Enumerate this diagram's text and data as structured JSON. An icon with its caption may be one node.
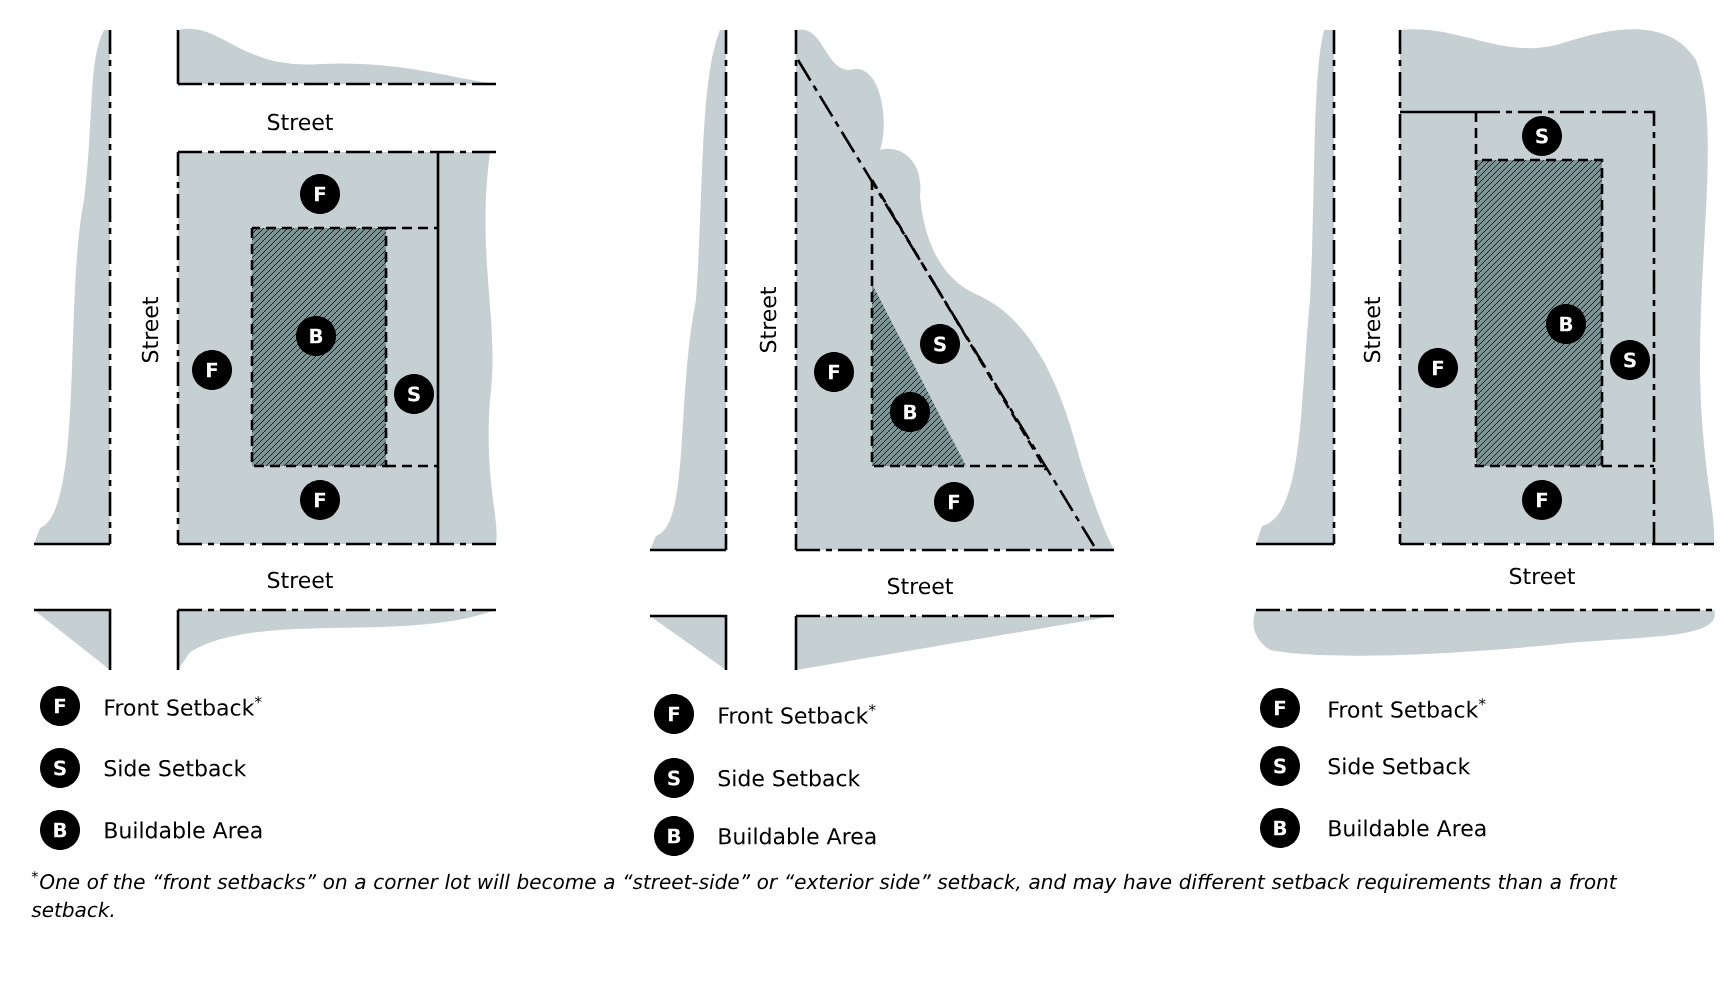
{
  "diagram": {
    "caption": "$^{*}$One of the “front setbacks” on a corner lot will become a “street-side” or “exterior side” setback, and may have different setback requirements than a front setback.",
    "nodes": [
      {
        "text": [
          "F"
        ]
      },
      {
        "text": [
          "B"
        ]
      },
      {
        "text": [
          "F"
        ]
      },
      {
        "text": [
          "S"
        ]
      },
      {
        "text": [
          "F"
        ]
      },
      {
        "text": [
          "F"
        ]
      },
      {
        "text": [
          "S"
        ]
      },
      {
        "text": [
          "B"
        ]
      },
      {
        "text": [
          "F"
        ]
      },
      {
        "text": [
          "S"
        ]
      },
      {
        "text": [
          "B"
        ]
      },
      {
        "text": [
          "S"
        ]
      },
      {
        "text": [
          "F"
        ]
      },
      {
        "text": [
          "F"
        ]
      }
    ],
    "labels": [
      "Street",
      "Street",
      "Street",
      "Street",
      "Street",
      "Street",
      "Street",
      "F",
      "S",
      "B",
      "F",
      "S",
      "B",
      "F",
      "S",
      "B"
    ],
    "legend": [
      {
        "text": "Front Setback$^{*}$"
      },
      {
        "text": "Side Setback"
      },
      {
        "text": "Buildable Area"
      },
      {
        "text": "Front Setback$^{*}$"
      },
      {
        "text": "Side Setback"
      },
      {
        "text": "Buildable Area"
      },
      {
        "text": "Front Setback$^{*}$"
      },
      {
        "text": "Side Setback"
      },
      {
        "text": "Buildable Area"
      }
    ]
  }
}
